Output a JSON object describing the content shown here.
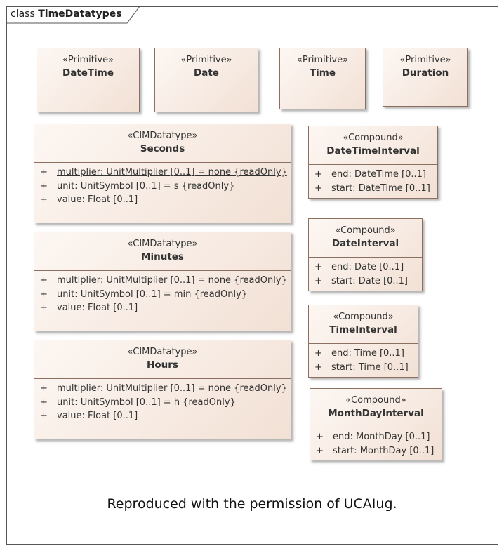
{
  "diagram": {
    "kind": "class",
    "name": "TimeDatatypes",
    "credit": "Reproduced with the permission of UCAIug."
  },
  "primitives": [
    {
      "stereotype": "«Primitive»",
      "name": "DateTime"
    },
    {
      "stereotype": "«Primitive»",
      "name": "Date"
    },
    {
      "stereotype": "«Primitive»",
      "name": "Time"
    },
    {
      "stereotype": "«Primitive»",
      "name": "Duration"
    }
  ],
  "cimdatatypes": [
    {
      "stereotype": "«CIMDatatype»",
      "name": "Seconds",
      "attributes": [
        {
          "vis": "+",
          "text": "multiplier: UnitMultiplier [0..1] = none {readOnly}",
          "static": true
        },
        {
          "vis": "+",
          "text": "unit: UnitSymbol [0..1] = s {readOnly}",
          "static": true
        },
        {
          "vis": "+",
          "text": "value: Float [0..1]",
          "static": false
        }
      ]
    },
    {
      "stereotype": "«CIMDatatype»",
      "name": "Minutes",
      "attributes": [
        {
          "vis": "+",
          "text": "multiplier: UnitMultiplier [0..1] = none {readOnly}",
          "static": true
        },
        {
          "vis": "+",
          "text": "unit: UnitSymbol [0..1] = min {readOnly}",
          "static": true
        },
        {
          "vis": "+",
          "text": "value: Float [0..1]",
          "static": false
        }
      ]
    },
    {
      "stereotype": "«CIMDatatype»",
      "name": "Hours",
      "attributes": [
        {
          "vis": "+",
          "text": "multiplier: UnitMultiplier [0..1] = none {readOnly}",
          "static": true
        },
        {
          "vis": "+",
          "text": "unit: UnitSymbol [0..1] = h {readOnly}",
          "static": true
        },
        {
          "vis": "+",
          "text": "value: Float [0..1]",
          "static": false
        }
      ]
    }
  ],
  "compounds": [
    {
      "stereotype": "«Compound»",
      "name": "DateTimeInterval",
      "attributes": [
        {
          "vis": "+",
          "text": "end: DateTime [0..1]"
        },
        {
          "vis": "+",
          "text": "start: DateTime [0..1]"
        }
      ]
    },
    {
      "stereotype": "«Compound»",
      "name": "DateInterval",
      "attributes": [
        {
          "vis": "+",
          "text": "end: Date [0..1]"
        },
        {
          "vis": "+",
          "text": "start: Date [0..1]"
        }
      ]
    },
    {
      "stereotype": "«Compound»",
      "name": "TimeInterval",
      "attributes": [
        {
          "vis": "+",
          "text": "end: Time [0..1]"
        },
        {
          "vis": "+",
          "text": "start: Time [0..1]"
        }
      ]
    },
    {
      "stereotype": "«Compound»",
      "name": "MonthDayInterval",
      "attributes": [
        {
          "vis": "+",
          "text": "end: MonthDay [0..1]"
        },
        {
          "vis": "+",
          "text": "start: MonthDay [0..1]"
        }
      ]
    }
  ]
}
